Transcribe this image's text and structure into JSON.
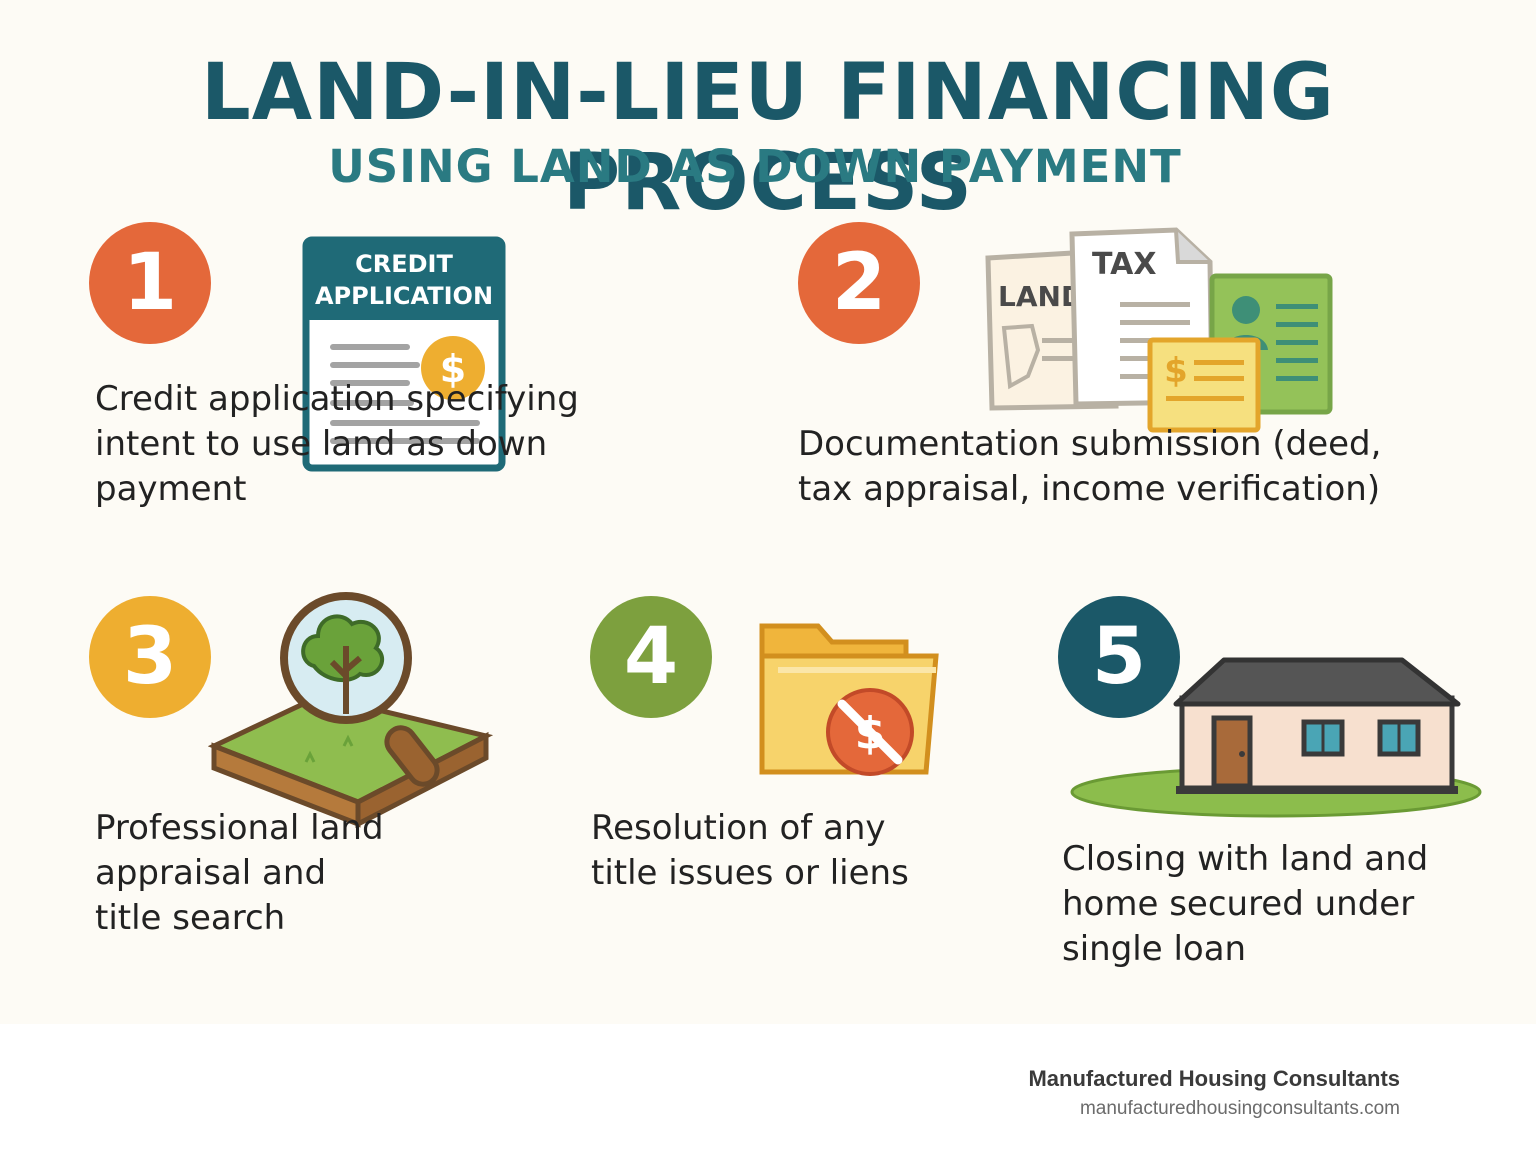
{
  "title": "LAND-IN-LIEU FINANCING PROCESS",
  "subtitle": "USING LAND AS DOWN PAYMENT",
  "steps": [
    {
      "number": "1",
      "text": "Credit application specifying intent to use land as down payment",
      "color": "#e4683a"
    },
    {
      "number": "2",
      "text": "Documentation submission (deed, tax appraisal, income verification)",
      "color": "#e4683a"
    },
    {
      "number": "3",
      "text": "Professional land appraisal and title search",
      "color": "#eeae30"
    },
    {
      "number": "4",
      "text": "Resolution of any title issues or liens",
      "color": "#7da03e"
    },
    {
      "number": "5",
      "text": "Closing with land and home secured under single loan",
      "color": "#1b5868"
    }
  ],
  "icons": {
    "credit_doc": {
      "icon": "credit-application-document-icon",
      "line1": "CREDIT",
      "line2": "APPLICATION",
      "currency": "$"
    },
    "docs": {
      "icon": "document-stack-icon",
      "land_label": "LAND",
      "tax_label": "TAX",
      "currency": "$"
    },
    "land_appraisal": {
      "icon": "magnifier-over-land-icon"
    },
    "folder": {
      "icon": "no-money-folder-icon",
      "currency": "$"
    },
    "house": {
      "icon": "house-icon"
    }
  },
  "brand": {
    "name": "Manufactured Housing Consultants",
    "url": "manufacturedhousingconsultants.com"
  }
}
